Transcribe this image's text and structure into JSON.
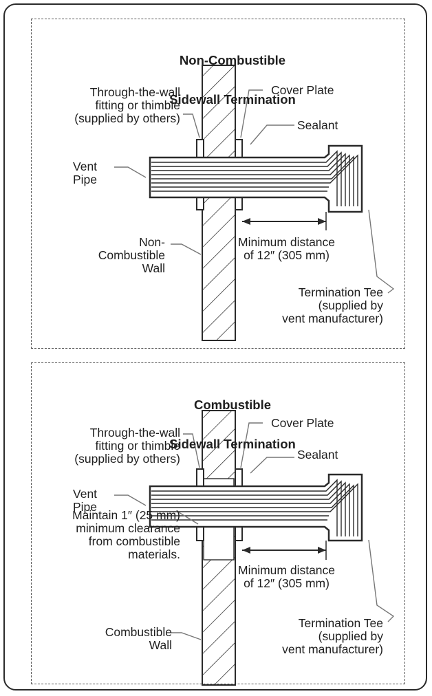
{
  "top_panel": {
    "title_line1": "Non-Combustible",
    "title_line2": "Sidewall Termination",
    "thimble_label": "Through-the-wall\nfitting or thimble\n(supplied by others)",
    "cover_plate_label": "Cover Plate",
    "sealant_label": "Sealant",
    "vent_pipe_label": "Vent\nPipe",
    "wall_label": "Non-\nCombustible\nWall",
    "distance_label": "Minimum distance\nof 12″ (305 mm)",
    "tee_label": "Termination Tee\n(supplied by\nvent manufacturer)"
  },
  "bottom_panel": {
    "title_line1": "Combustible",
    "title_line2": "Sidewall Termination",
    "thimble_label": "Through-the-wall\nfitting or thimble\n(supplied by others)",
    "cover_plate_label": "Cover Plate",
    "sealant_label": "Sealant",
    "vent_pipe_label": "Vent\nPipe",
    "clearance_label": "Maintain 1″ (25 mm)\nminimum clearance\nfrom combustible\nmaterials.",
    "distance_label": "Minimum distance\nof 12″ (305 mm)",
    "wall_label": "Combustible\nWall",
    "tee_label": "Termination Tee\n(supplied by\nvent manufacturer)"
  }
}
